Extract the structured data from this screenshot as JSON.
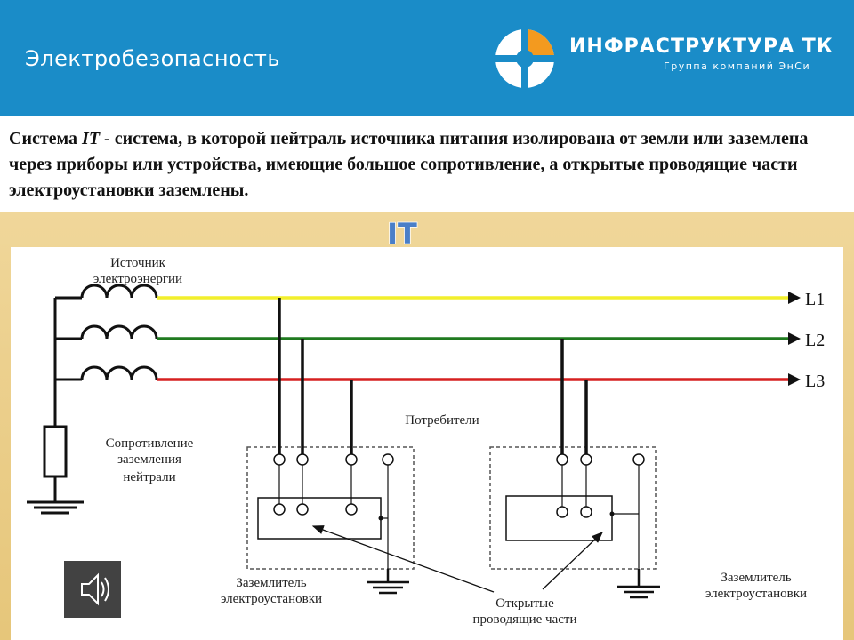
{
  "header": {
    "title": "Электробезопасность",
    "logo_name": "ИНФРАСТРУКТУРА ТК",
    "logo_subtitle": "Группа компаний ЭнСи",
    "colors": {
      "background": "#1a8cc8",
      "logo_orange": "#f39a1f"
    }
  },
  "description": {
    "term": "IT",
    "part1": "Система ",
    "part2": " - система, в которой нейтраль источника питания изолирована от земли или заземлена через приборы или устройства, имеющие большое сопротивление, а открытые проводящие части электроустановки заземлены."
  },
  "diagram": {
    "title": "IT",
    "source_label": [
      "Источник",
      "электроэнергии"
    ],
    "resistance_label": [
      "Сопротивление",
      "заземления",
      "нейтрали"
    ],
    "consumers_label": "Потребители",
    "ground1_label": [
      "Заземлитель",
      "электроустановки"
    ],
    "ground2_label": [
      "Заземлитель",
      "электроустановки"
    ],
    "exposed_parts_label": [
      "Открытые",
      "проводящие части"
    ],
    "lines": [
      {
        "label": "L1",
        "color": "#f2ef2c"
      },
      {
        "label": "L2",
        "color": "#1f7a1f"
      },
      {
        "label": "L3",
        "color": "#d62020"
      }
    ],
    "speaker_icon": "speaker-icon"
  }
}
